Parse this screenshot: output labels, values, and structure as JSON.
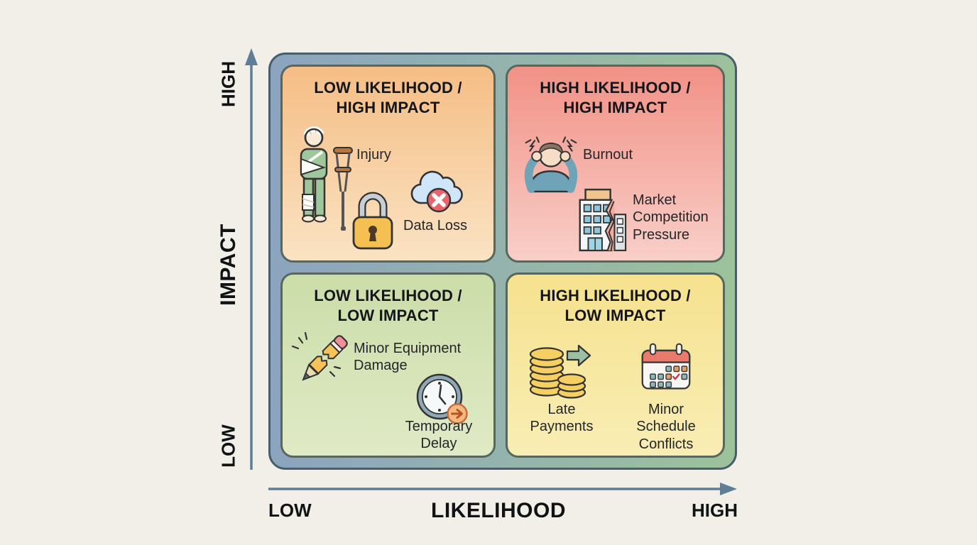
{
  "page": {
    "background": "#f2efe8"
  },
  "axes": {
    "arrow_color": "#5f7d96",
    "vertical": {
      "title": "IMPACT",
      "low": "LOW",
      "high": "HIGH"
    },
    "horizontal": {
      "title": "LIKELIHOOD",
      "low": "LOW",
      "high": "HIGH"
    }
  },
  "matrix": {
    "frame": {
      "gradient_left": "#8ca4bf",
      "gradient_right": "#9cc29b",
      "border": "#45606c"
    },
    "quadrant_border": "#57675c",
    "quadrants": {
      "top_left": {
        "title": "LOW LIKELIHOOD /\nHIGH IMPACT",
        "background": {
          "from": "#f5bd85",
          "to": "#fae3c3"
        },
        "items": [
          {
            "icons": [
              "injured-person-icon"
            ],
            "label": "Injury"
          },
          {
            "icons": [
              "padlock-icon",
              "cloud-error-icon"
            ],
            "label": "Data Loss"
          }
        ]
      },
      "top_right": {
        "title": "HIGH LIKELIHOOD /\nHIGH IMPACT",
        "background": {
          "from": "#f29186",
          "to": "#f8cfc8"
        },
        "items": [
          {
            "icons": [
              "burnout-person-icon"
            ],
            "label": "Burnout"
          },
          {
            "icons": [
              "cracked-building-icon"
            ],
            "label": "Market\nCompetition\nPressure"
          }
        ]
      },
      "bottom_left": {
        "title": "LOW LIKELIHOOD /\nLOW IMPACT",
        "background": {
          "from": "#cbdda8",
          "to": "#e0eac6"
        },
        "items": [
          {
            "icons": [
              "broken-pencil-icon"
            ],
            "label": "Minor Equipment\nDamage"
          },
          {
            "icons": [
              "delayed-clock-icon"
            ],
            "label": "Temporary\nDelay"
          }
        ]
      },
      "bottom_right": {
        "title": "HIGH LIKELIHOOD /\nLOW IMPACT",
        "background": {
          "from": "#f6e28e",
          "to": "#f8edb4"
        },
        "items": [
          {
            "icons": [
              "coin-stack-arrow-icon"
            ],
            "label": "Late\nPayments"
          },
          {
            "icons": [
              "calendar-icon"
            ],
            "label": "Minor\nSchedule\nConflicts"
          }
        ]
      }
    }
  }
}
